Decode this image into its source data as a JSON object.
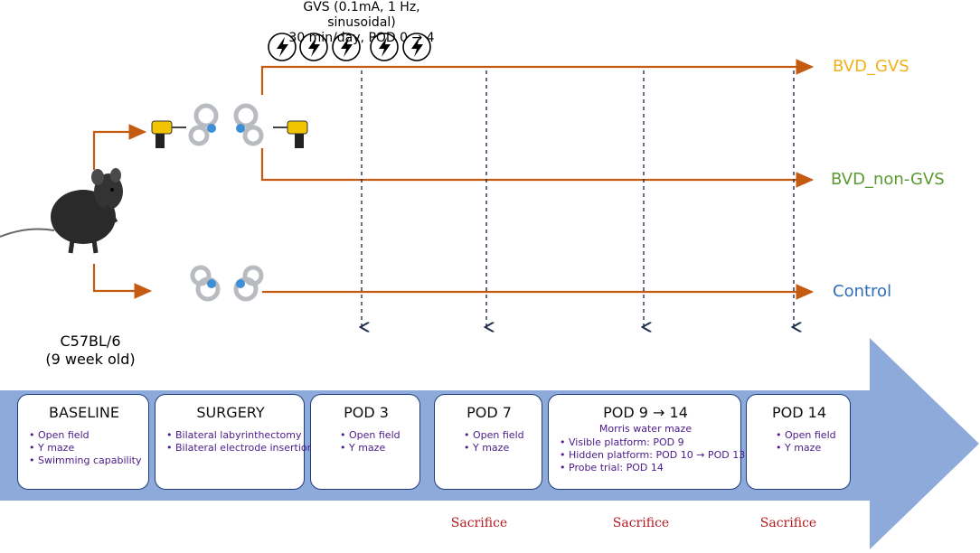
{
  "gvs": {
    "line1": "GVS (0.1mA, 1 Hz, sinusoidal)",
    "line2": "30 min/day, POD 0 → 4"
  },
  "groups": [
    {
      "label": "BVD_GVS",
      "color": "#f0b21b"
    },
    {
      "label": "BVD_non-GVS",
      "color": "#5b9a32"
    },
    {
      "label": "Control",
      "color": "#2e6fb5"
    }
  ],
  "subject": {
    "strain": "C57BL/6",
    "age": "(9 week old)"
  },
  "colors": {
    "arrow": "#c55a11",
    "timeline": "#8eaadb",
    "dashed": "#1f2d4d",
    "card_border": "#1f3d7a",
    "sacrifice": "#b5191c"
  },
  "stages": [
    {
      "title": "BASELINE",
      "items": [
        "Open field",
        "Y maze",
        "Swimming capability"
      ]
    },
    {
      "title": "SURGERY",
      "items": [
        "Bilateral labyrinthectomy",
        "Bilateral electrode insertion"
      ]
    },
    {
      "title": "POD 3",
      "items": [
        "Open field",
        "Y maze"
      ]
    },
    {
      "title": "POD 7",
      "items": [
        "Open field",
        "Y maze"
      ]
    },
    {
      "title": "POD 9 → 14",
      "subtitle": "Morris water maze",
      "items": [
        "Visible platform: POD 9",
        "Hidden platform: POD 10 → POD 13",
        "Probe trial: POD 14"
      ]
    },
    {
      "title": "POD 14",
      "items": [
        "Open field",
        "Y maze"
      ]
    }
  ],
  "sacrifice_label": "Sacrifice",
  "icons": [
    "mouse-icon",
    "drill-icon",
    "inner-ear-icon",
    "lightning-bolt-icon"
  ]
}
